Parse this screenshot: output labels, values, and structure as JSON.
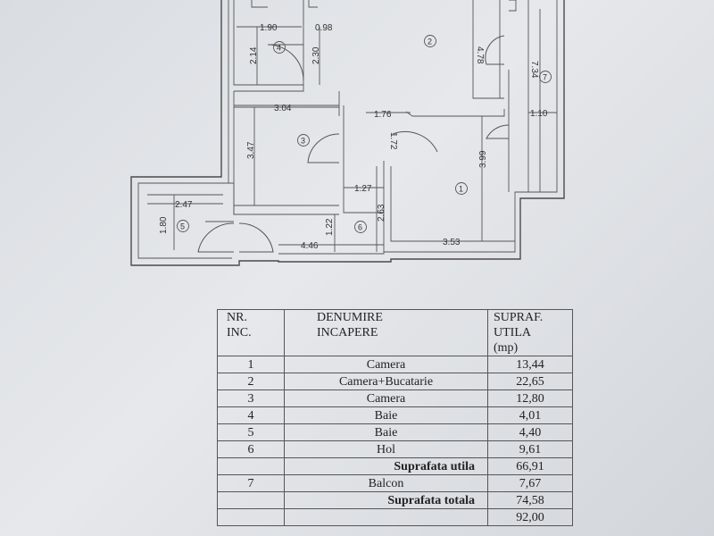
{
  "floor_plan": {
    "room_labels": [
      "1",
      "2",
      "3",
      "4",
      "5",
      "6",
      "7"
    ],
    "dimensions": {
      "d_190": "1.90",
      "d_098": "0.98",
      "d_214": "2.14",
      "d_230": "2.30",
      "d_478": "4.78",
      "d_734": "7.34",
      "d_110": "1.10",
      "d_304": "3.04",
      "d_176": "1.76",
      "d_172": "1.72",
      "d_347": "3.47",
      "d_399": "3.99",
      "d_127": "1.27",
      "d_263": "2.63",
      "d_247": "2.47",
      "d_180": "1.80",
      "d_122": "1.22",
      "d_446": "4.46",
      "d_353": "3.53"
    }
  },
  "table": {
    "header": {
      "nr": "NR.\nINC.",
      "name": "DENUMIRE\nINCAPERE",
      "area": "SUPRAF.\nUTILA\n(mp)"
    },
    "rows": [
      {
        "nr": "1",
        "name": "Camera",
        "area": "13,44"
      },
      {
        "nr": "2",
        "name": "Camera+Bucatarie",
        "area": "22,65"
      },
      {
        "nr": "3",
        "name": "Camera",
        "area": "12,80"
      },
      {
        "nr": "4",
        "name": "Baie",
        "area": "4,01"
      },
      {
        "nr": "5",
        "name": "Baie",
        "area": "4,40"
      },
      {
        "nr": "6",
        "name": "Hol",
        "area": "9,61"
      },
      {
        "nr": "",
        "name": "Suprafata utila",
        "area": "66,91",
        "bold": true
      },
      {
        "nr": "7",
        "name": "Balcon",
        "area": "7,67"
      },
      {
        "nr": "",
        "name": "Suprafata totala",
        "area": "74,58",
        "bold": true
      },
      {
        "nr": "",
        "name": "",
        "area": "92,00"
      }
    ]
  }
}
